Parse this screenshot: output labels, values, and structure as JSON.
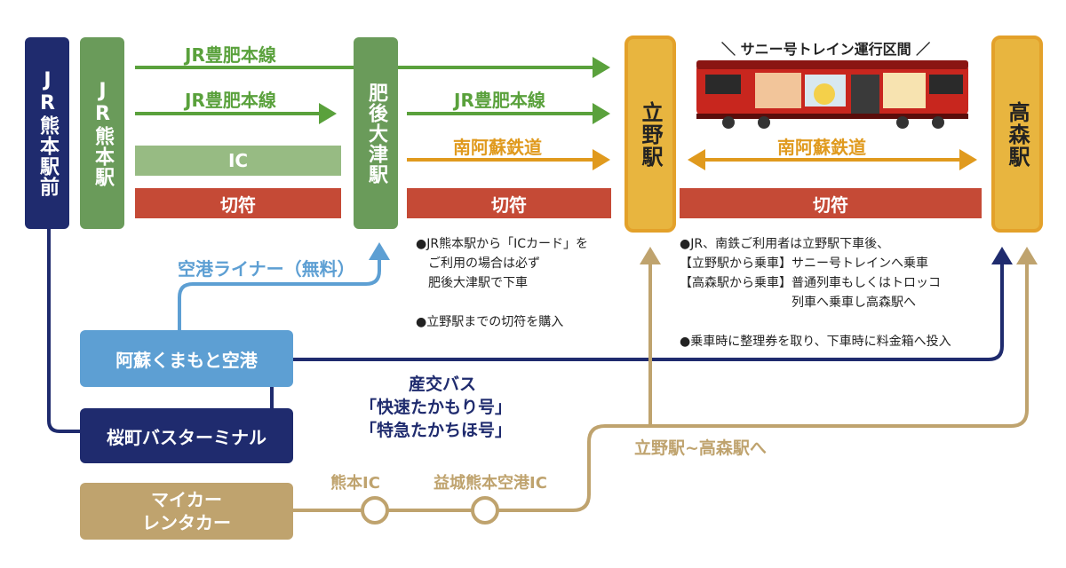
{
  "colors": {
    "navy": "#1f2b6e",
    "jr_green": "#6a9b5a",
    "jr_arrow_green": "#5aa13c",
    "ic_green": "#97bb83",
    "ticket_red": "#c54a36",
    "orange": "#e09a1e",
    "station_gold": "#e8b53f",
    "station_border": "#e3a12a",
    "tan": "#bfa36e",
    "airport_blue": "#5d9fd3"
  },
  "stations": {
    "jr_kumamoto_mae": "JR熊本駅前",
    "jr_kumamoto": "JR熊本駅",
    "higo_ozu": "肥後大津駅",
    "tateno": "立野駅",
    "takamori": "高森駅"
  },
  "routes": {
    "jr_line_1": "JR豊肥本線",
    "jr_line_2": "JR豊肥本線",
    "jr_line_3": "JR豊肥本線",
    "minamiaso_1": "南阿蘇鉄道",
    "minamiaso_2": "南阿蘇鉄道",
    "ic": "IC",
    "ticket_1": "切符",
    "ticket_2": "切符",
    "ticket_3": "切符"
  },
  "train_section_title": "＼ サニー号トレイン運行区間 ／",
  "train_image_icon": "train-icon",
  "notes_ozu": "●JR熊本駅から「ICカード」を\n　ご利用の場合は必ず\n　肥後大津駅で下車\n\n●立野駅までの切符を購入",
  "notes_tateno": "●JR、南鉄ご利用者は立野駅下車後、\n【立野駅から乗車】サニー号トレインへ乗車\n【高森駅から乗車】普通列車もしくはトロッコ\n　　　　　　　　　列車へ乗車し高森駅へ\n\n●乗車時に整理券を取り、下車時に料金箱へ投入",
  "airport_liner": "空港ライナー（無料）",
  "airport": "阿蘇くまもと空港",
  "bus_terminal": "桜町バスターミナル",
  "bus": {
    "company": "産交バス",
    "rapid": "「快速たかもり号」",
    "express": "「特急たかちほ号」"
  },
  "car": {
    "line1": "マイカー",
    "line2": "レンタカー"
  },
  "ic_points": {
    "kumamoto": "熊本IC",
    "mashiki": "益城熊本空港IC"
  },
  "car_destination": "立野駅~高森駅へ"
}
